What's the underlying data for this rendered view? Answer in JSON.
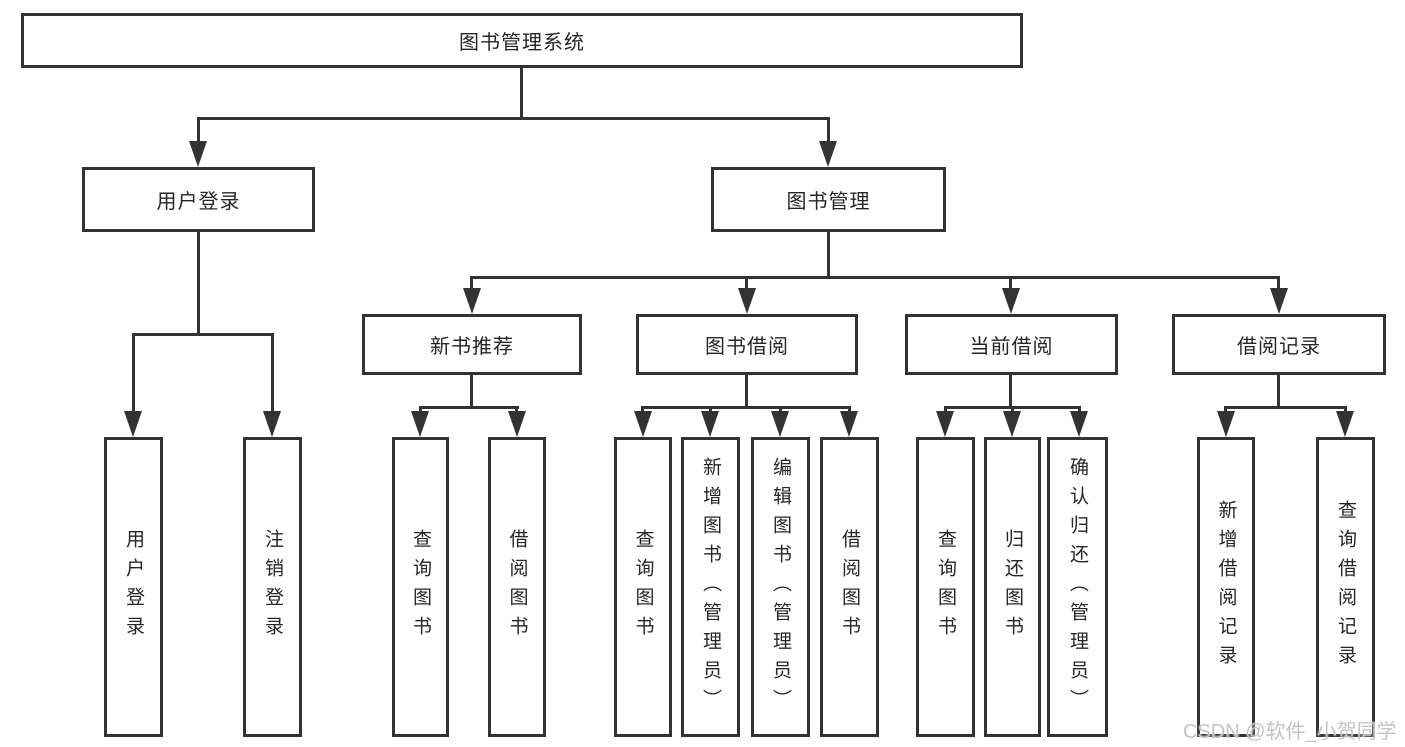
{
  "nodes": {
    "root": {
      "label": "图书管理系统"
    },
    "user_login": {
      "label": "用户登录"
    },
    "book_mgmt": {
      "label": "图书管理"
    },
    "new_book_rec": {
      "label": "新书推荐"
    },
    "book_borrow": {
      "label": "图书借阅"
    },
    "current_borrow": {
      "label": "当前借阅"
    },
    "borrow_record": {
      "label": "借阅记录"
    },
    "user_login_leaf": {
      "label": "用户登录"
    },
    "logout_leaf": {
      "label": "注销登录"
    },
    "nbr_query_books": {
      "label": "查询图书"
    },
    "nbr_borrow_books": {
      "label": "借阅图书"
    },
    "bb_query_books": {
      "label": "查询图书"
    },
    "bb_add_books": {
      "label": "新增图书（管理员）"
    },
    "bb_edit_books": {
      "label": "编辑图书（管理员）"
    },
    "bb_borrow_books": {
      "label": "借阅图书"
    },
    "cb_query_books": {
      "label": "查询图书"
    },
    "cb_return_books": {
      "label": "归还图书"
    },
    "cb_confirm_return": {
      "label": "确认归还（管理员）"
    },
    "br_add_record": {
      "label": "新增借阅记录"
    },
    "br_query_record": {
      "label": "查询借阅记录"
    }
  },
  "tree": {
    "图书管理系统": {
      "用户登录": [
        "用户登录",
        "注销登录"
      ],
      "图书管理": {
        "新书推荐": [
          "查询图书",
          "借阅图书"
        ],
        "图书借阅": [
          "查询图书",
          "新增图书（管理员）",
          "编辑图书（管理员）",
          "借阅图书"
        ],
        "当前借阅": [
          "查询图书",
          "归还图书",
          "确认归还（管理员）"
        ],
        "借阅记录": [
          "新增借阅记录",
          "查询借阅记录"
        ]
      }
    }
  },
  "watermark": {
    "text": "CSDN @软件_小贺同学"
  },
  "colors": {
    "line": "#333333",
    "box_border": "#333333",
    "box_background": "#ffffff",
    "text": "#262626",
    "watermark": "#c3c3c3"
  }
}
